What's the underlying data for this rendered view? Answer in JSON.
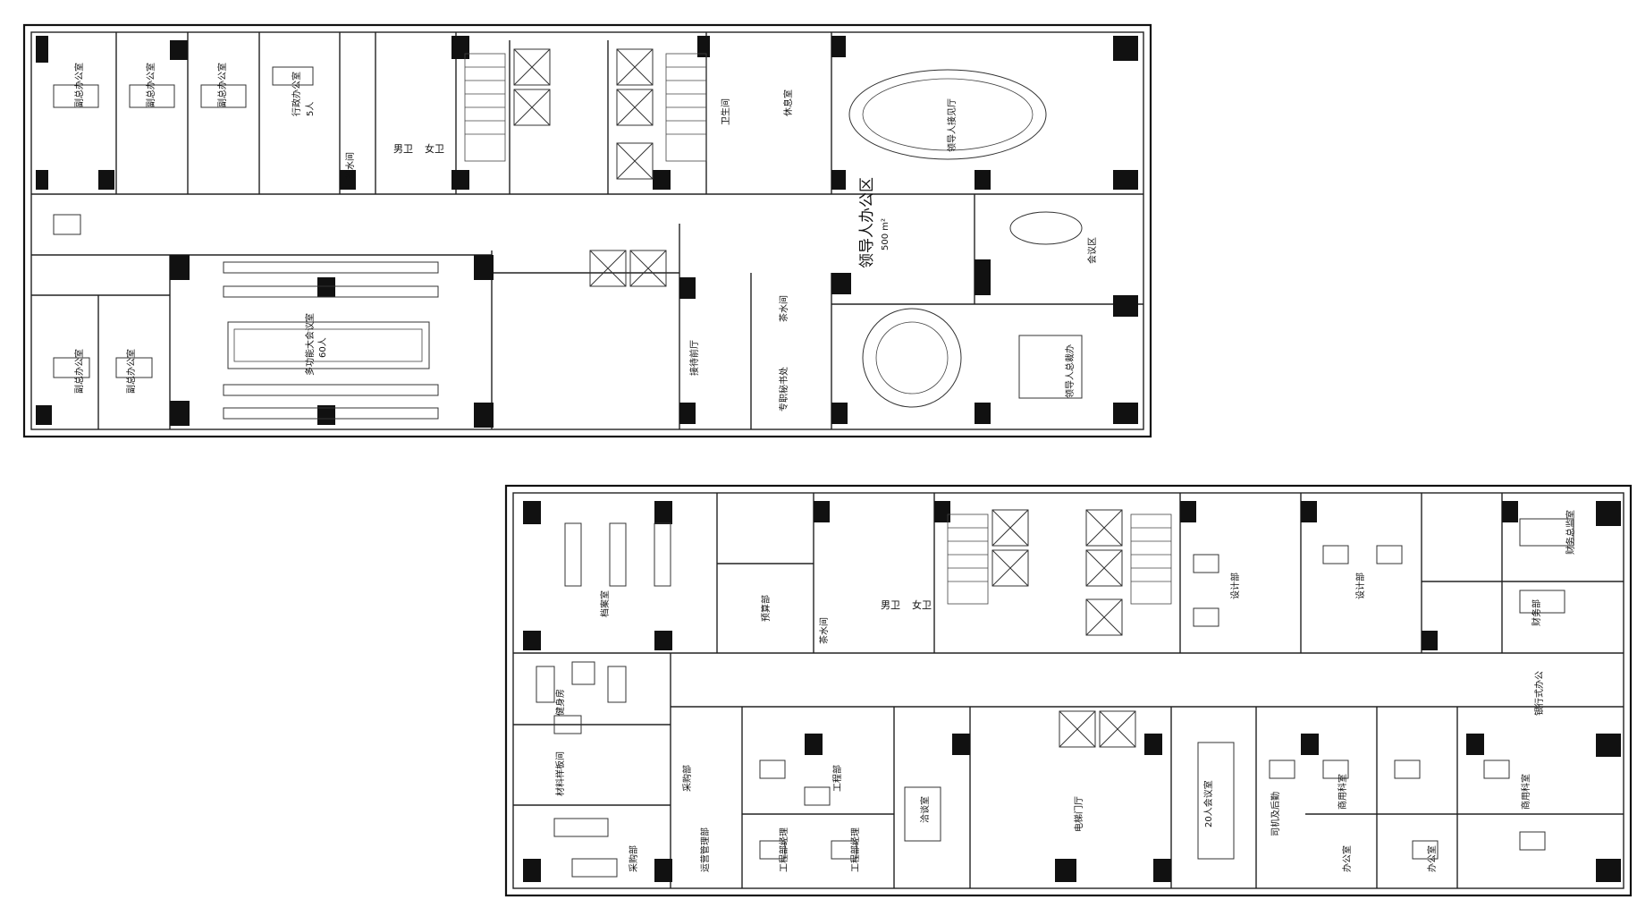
{
  "plans": [
    {
      "rooms": [
        {
          "label": "副总办公室",
          "text_in_room": ""
        },
        {
          "label": "副总办公室",
          "text_in_room": ""
        },
        {
          "label": "副总办公室",
          "text_in_room": ""
        },
        {
          "label": "行政办公室",
          "text_in_room": "5人"
        },
        {
          "label": "男卫"
        },
        {
          "label": "女卫"
        },
        {
          "label": "茶水间"
        },
        {
          "label": "卫生间"
        },
        {
          "label": "休息室"
        },
        {
          "label": "领导人接见厅"
        },
        {
          "label": "领导人办公区",
          "text_in_room": "500 m²"
        },
        {
          "label": "多功能大会议室",
          "text_in_room": "60人"
        },
        {
          "label": "接待前厅"
        },
        {
          "label": "专职秘书处"
        },
        {
          "label": "茶水间"
        },
        {
          "label": "会议区"
        },
        {
          "label": "领导人总裁办"
        },
        {
          "label": "副总办公室"
        },
        {
          "label": "副总办公室"
        }
      ]
    },
    {
      "rooms": [
        {
          "label": "档案室"
        },
        {
          "label": "健身房"
        },
        {
          "label": "材料样板间"
        },
        {
          "label": "采购部"
        },
        {
          "label": "采购部"
        },
        {
          "label": "运营管理部"
        },
        {
          "label": "工程部"
        },
        {
          "label": "工程部经理"
        },
        {
          "label": "工程部经理"
        },
        {
          "label": "洽谈室"
        },
        {
          "label": "电梯门厅"
        },
        {
          "label": "20人会议室"
        },
        {
          "label": "司机及后勤"
        },
        {
          "label": "预算部"
        },
        {
          "label": "男卫"
        },
        {
          "label": "女卫"
        },
        {
          "label": "茶水间"
        },
        {
          "label": "设计部"
        },
        {
          "label": "设计部"
        },
        {
          "label": "财务总监室"
        },
        {
          "label": "财务部"
        },
        {
          "label": "银行式办公"
        },
        {
          "label": "办公室"
        },
        {
          "label": "办公室"
        },
        {
          "label": "商用科室"
        },
        {
          "label": "商用科室"
        }
      ]
    }
  ]
}
